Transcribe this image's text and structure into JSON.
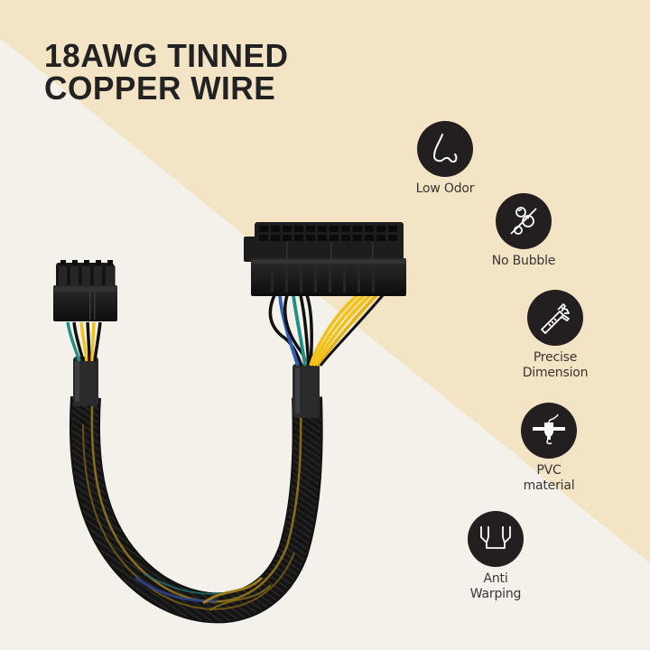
{
  "headline": {
    "line1": "18AWG TINNED",
    "line2": "COPPER WIRE"
  },
  "colors": {
    "background_light": "#f4f1ea",
    "background_beige": "#f3e4c5",
    "icon_circle": "#231f20",
    "headline_text": "#222222",
    "label_text": "#3a3430"
  },
  "features": [
    {
      "icon": "nose-icon",
      "label_lines": [
        "Low Odor"
      ]
    },
    {
      "icon": "no-bubble-icon",
      "label_lines": [
        "No Bubble"
      ]
    },
    {
      "icon": "caliper-icon",
      "label_lines": [
        "Precise",
        "Dimension"
      ]
    },
    {
      "icon": "extruder-icon",
      "label_lines": [
        "PVC",
        "material"
      ]
    },
    {
      "icon": "anti-warp-icon",
      "label_lines": [
        "Anti",
        "Warping"
      ]
    }
  ],
  "product": {
    "name": "24-pin to 10-pin PSU adapter cable",
    "connector_left": "10-pin",
    "connector_right": "24-pin",
    "wire_colors": [
      "#000000",
      "#f2c21b",
      "#2e5fb5",
      "#1f8f86"
    ]
  }
}
